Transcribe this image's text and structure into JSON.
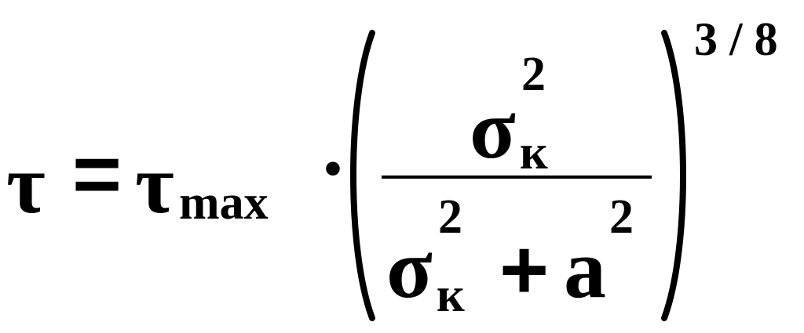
{
  "formula": {
    "lhs": "τ",
    "equals": "=",
    "tau": "τ",
    "tau_subscript": "max",
    "dot": "·",
    "numerator": {
      "base": "σ",
      "subscript": "к",
      "superscript": "2"
    },
    "denominator": {
      "sigma_base": "σ",
      "sigma_subscript": "к",
      "sigma_superscript": "2",
      "plus": "+",
      "a_base": "a",
      "a_superscript": "2"
    },
    "exponent": "3 / 8"
  }
}
